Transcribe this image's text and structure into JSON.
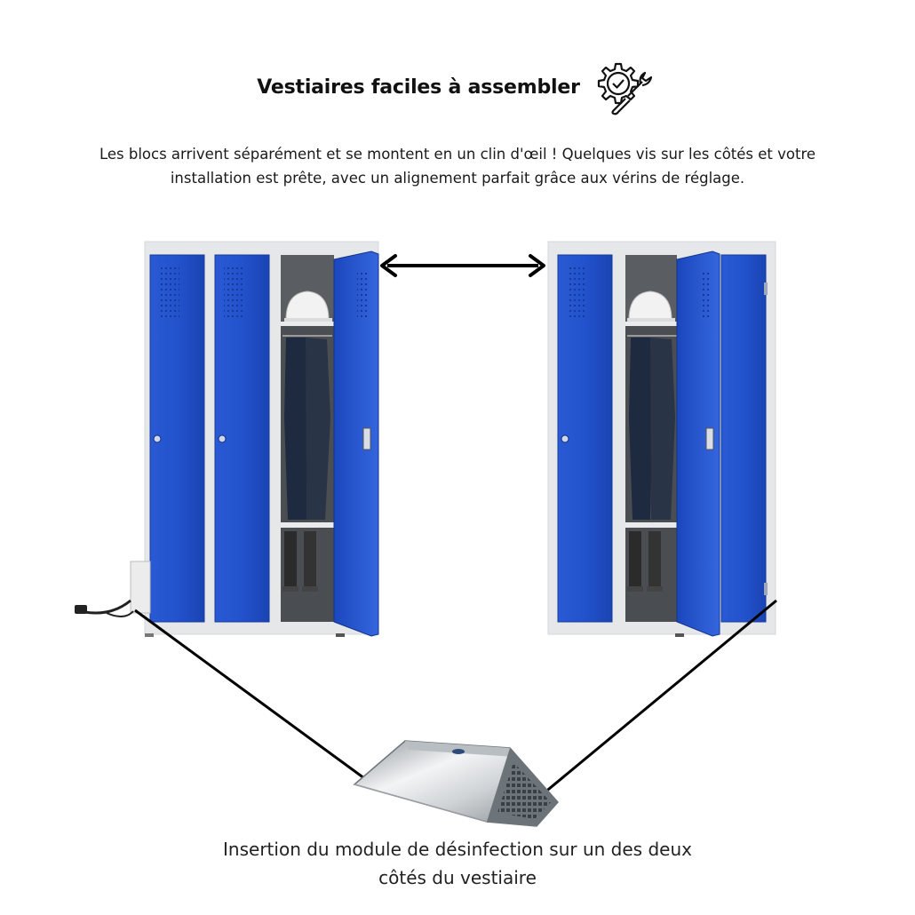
{
  "header": {
    "title": "Vestiaires faciles à assembler",
    "title_icon": "gear-check-wrench-icon"
  },
  "intro": {
    "line1": "Les blocs arrivent séparément et se montent en un clin d'œil ! Quelques vis sur les côtés et votre",
    "line2": "installation est prête, avec un alignement parfait grâce aux vérins de réglage."
  },
  "illustration": {
    "left_locker": "locker-block-left",
    "right_locker": "locker-block-right",
    "connector": "double-arrow",
    "module": "disinfection-module"
  },
  "caption": {
    "line1": "Insertion du module de désinfection sur un des deux",
    "line2": "côtés du vestiaire"
  },
  "colors": {
    "door_blue": "#1f4fc8",
    "frame_grey": "#e6e7e9",
    "text": "#111111"
  }
}
